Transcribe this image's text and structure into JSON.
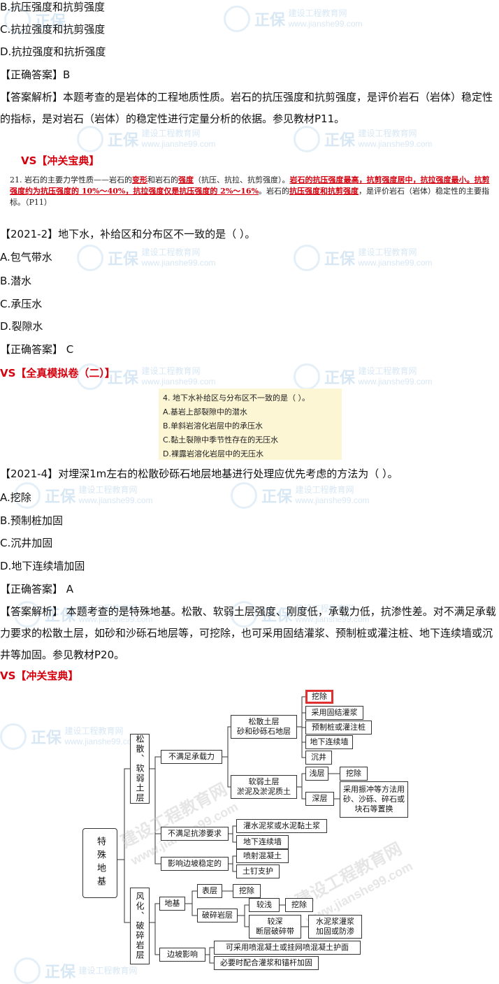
{
  "q20_options": [
    "B.抗压强度和抗剪强度",
    "C.抗拉强度和抗剪强度",
    "D.抗拉强度和抗折强度"
  ],
  "q20_answer": "【正确答案】B",
  "q20_analysis": "【答案解析】本题考查的是岩体的工程地质性质。岩石的抗压强度和抗剪强度，是评价岩石（岩体）稳定性的指标，是对岩石（岩体）的稳定性进行定量分析的依据。参见教材P11。",
  "vs1_prefix": "VS",
  "vs1_title": "【冲关宝典】",
  "quote1": {
    "p1": "21. 岩石的主要力学性质——岩石的",
    "p2": "变形",
    "p3": "和岩石的",
    "p4": "强度",
    "p5": "（抗压、抗拉、抗剪强度）。",
    "p6": "岩石的抗压强度最高，抗剪强度居中，抗拉强度最小。抗剪强度约为抗压强度的 10%～40%，抗拉强度仅是抗压强度的 2%～16%",
    "p7": "。岩石的",
    "p8": "抗压强度和抗剪强度",
    "p9": "，是评价岩石（岩体）稳定性的主要指标。（P11）"
  },
  "q21": {
    "stem": "【2021-2】地下水，补给区和分布区不一致的是（    ）。",
    "options": [
      "A.包气带水",
      "B.潜水",
      "C.承压水",
      "D.裂隙水"
    ],
    "answer": "【正确答案】 C"
  },
  "vs2_prefix": "VS",
  "vs2_title": "【全真模拟卷（二）】",
  "quote2": [
    "4. 地下水补给区与分布区不一致的是（   ）。",
    "A.基岩上部裂隙中的潜水",
    "B.单斜岩溶化岩层中的承压水",
    "C.黏土裂隙中季节性存在的无压水",
    "D.裸露岩溶化岩层中的无压水"
  ],
  "q22": {
    "stem": "【2021-4】对埋深1m左右的松散砂砾石地层地基进行处理应优先考虑的方法为（    ）。",
    "options": [
      "A.挖除",
      "B.预制桩加固",
      "C.沉井加固",
      "D.地下连续墙加固"
    ],
    "answer": "【正确答案】 A",
    "analysis": "【答案解析】 本题考查的是特殊地基。松散、软弱土层强度、刚度低，承载力低，抗渗性差。对不满足承载力要求的松散土层，如砂和沙砾石地层等，可挖除，也可采用固结灌浆、预制桩或灌注桩、地下连续墙或沉井等加固。参见教材P20。"
  },
  "vs3_prefix": "VS",
  "vs3_title": "【冲关宝典】",
  "watermark": {
    "brand": "正保",
    "name": "建设工程教育网",
    "url": "www.jianshe99.com",
    "diag_brand": "建设工程教育网",
    "diag_url": "www.jianshe99.com"
  },
  "diagram": {
    "root": "特殊地基",
    "b1": "松散、软弱土层",
    "b2": "风化、破碎岩层",
    "n_bmz": "不满足承载力",
    "n_ssjx": "松散土层\n砂和砂砾石地层",
    "n_rrjx": "软弱土层\n淤泥及淤泥质土",
    "n_wc1": "挖除",
    "n_gjgj": "采用固结灌浆",
    "n_yzz": "预制桩或灌注桩",
    "n_dxlxq": "地下连续墙",
    "n_cj": "沉井",
    "n_qc": "浅层",
    "n_wc2": "挖除",
    "n_sc": "深层",
    "n_zd": "采用振冲等方法用砂、沙砾、碎石或块石等置换",
    "n_bmkz": "不满足抗渗要求",
    "n_gnnj": "灌水泥浆或水泥黏土浆",
    "n_dxlxq2": "地下连续墙",
    "n_yxbp": "影响边坡稳定的",
    "n_psht": "喷射混凝土",
    "n_tdzh": "土钉支护",
    "n_dj": "地基",
    "n_bc": "表层",
    "n_wc3": "挖除",
    "n_psyc": "破碎岩层",
    "n_jq": "较浅",
    "n_wc4": "挖除",
    "n_js": "较深\n断层破碎带",
    "n_snj": "水泥浆灌浆\n加固或防渗",
    "n_bpyx": "边坡影响",
    "n_kcy": "可采用喷混凝土或挂网喷混凝土护面",
    "n_bysh": "必要时配合灌浆和锚杆加固"
  }
}
